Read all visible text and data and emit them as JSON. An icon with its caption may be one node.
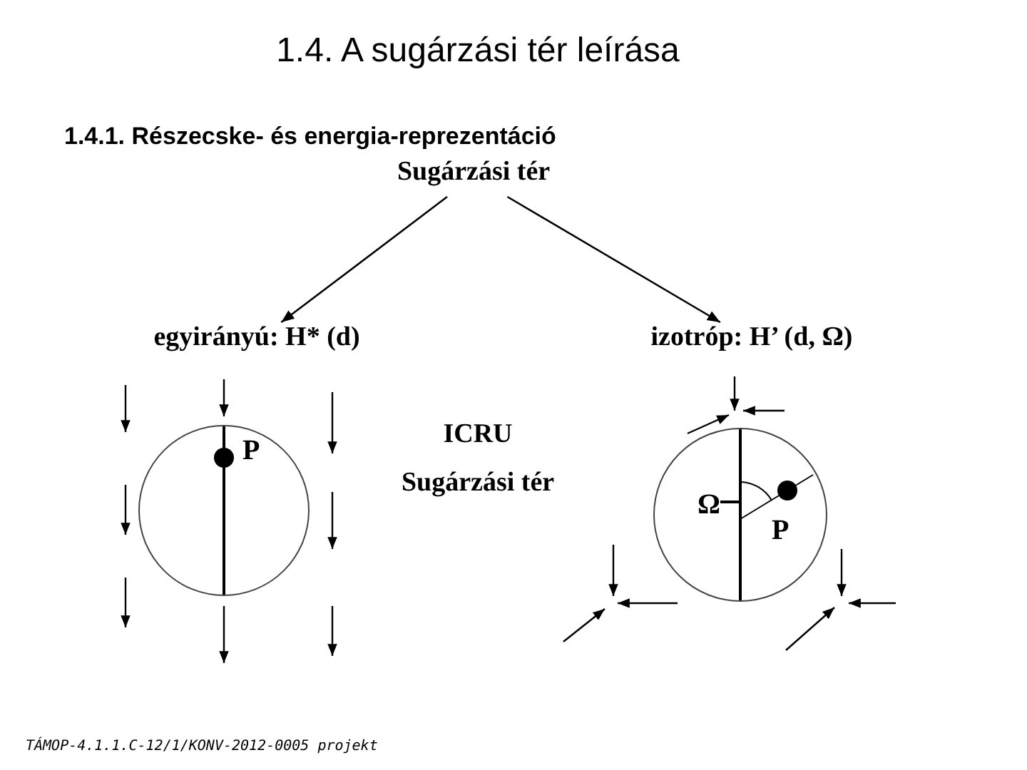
{
  "diagram": {
    "title": "1.4. A sugárzási tér leírása",
    "nodes": [
      {
        "text": [
          "Sugárzási tér"
        ]
      },
      {
        "text": [
          "egyirányú: H* (d)"
        ]
      },
      {
        "text": [
          "izotróp: H’ (d, Ω)"
        ]
      },
      {
        "text": [
          "P"
        ]
      },
      {
        "text": [
          "Ω",
          "P"
        ]
      }
    ],
    "edges": [
      {
        "from": 0,
        "to": 1,
        "arrow": "to"
      },
      {
        "from": 0,
        "to": 2,
        "arrow": "to"
      }
    ],
    "labels": [
      "1.4.1. Részecske- és energia-reprezentáció",
      "ICRU Sugárzási tér",
      "TÁMOP-4.1.1.C-12/1/KONV-2012-0005 projekt"
    ]
  }
}
